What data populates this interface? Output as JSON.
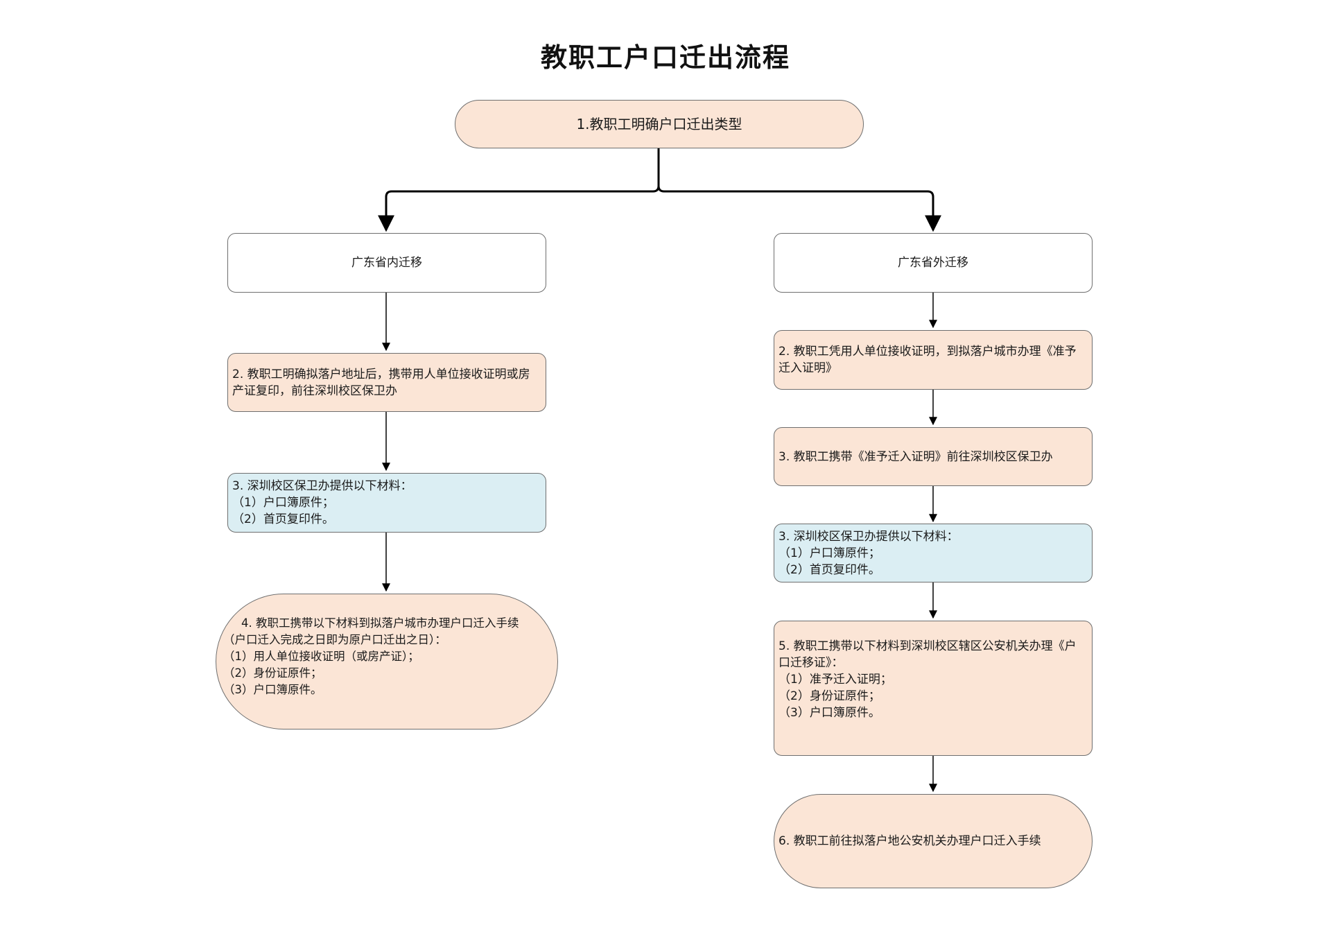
{
  "title": "教职工户口迁出流程",
  "start": {
    "text": "1.教职工明确户口迁出类型"
  },
  "left_branch": {
    "header": "广东省内迁移",
    "step2": "2. 教职工明确拟落户地址后，携带用人单位接收证明或房产证复印，前往深圳校区保卫办",
    "step3": {
      "l1": "3. 深圳校区保卫办提供以下材料：",
      "l2": "（1）户口簿原件；",
      "l3": "（2）首页复印件。"
    },
    "step4": {
      "l1": "4. 教职工携带以下材料到拟落户城市办理户口迁入手续",
      "l2": "（户口迁入完成之日即为原户口迁出之日）：",
      "l3": "（1）用人单位接收证明（或房产证）；",
      "l4": "（2）身份证原件；",
      "l5": "（3）户口簿原件。"
    }
  },
  "right_branch": {
    "header": "广东省外迁移",
    "step2": "2. 教职工凭用人单位接收证明，到拟落户城市办理《准予迁入证明》",
    "step3a": "3. 教职工携带《准予迁入证明》前往深圳校区保卫办",
    "step3b": {
      "l1": "3. 深圳校区保卫办提供以下材料：",
      "l2": "（1）户口簿原件；",
      "l3": "（2）首页复印件。"
    },
    "step5": {
      "l1": "5. 教职工携带以下材料到深圳校区辖区公安机关办理《户口迁移证》：",
      "l2": "（1）准予迁入证明；",
      "l3": "（2）身份证原件；",
      "l4": "（3）户口簿原件。"
    },
    "step6": "6. 教职工前往拟落户地公安机关办理户口迁入手续"
  },
  "colors": {
    "peach": "#fbe5d6",
    "blue": "#dbeef3",
    "border": "#6e6e6e",
    "arrow": "#000000"
  }
}
